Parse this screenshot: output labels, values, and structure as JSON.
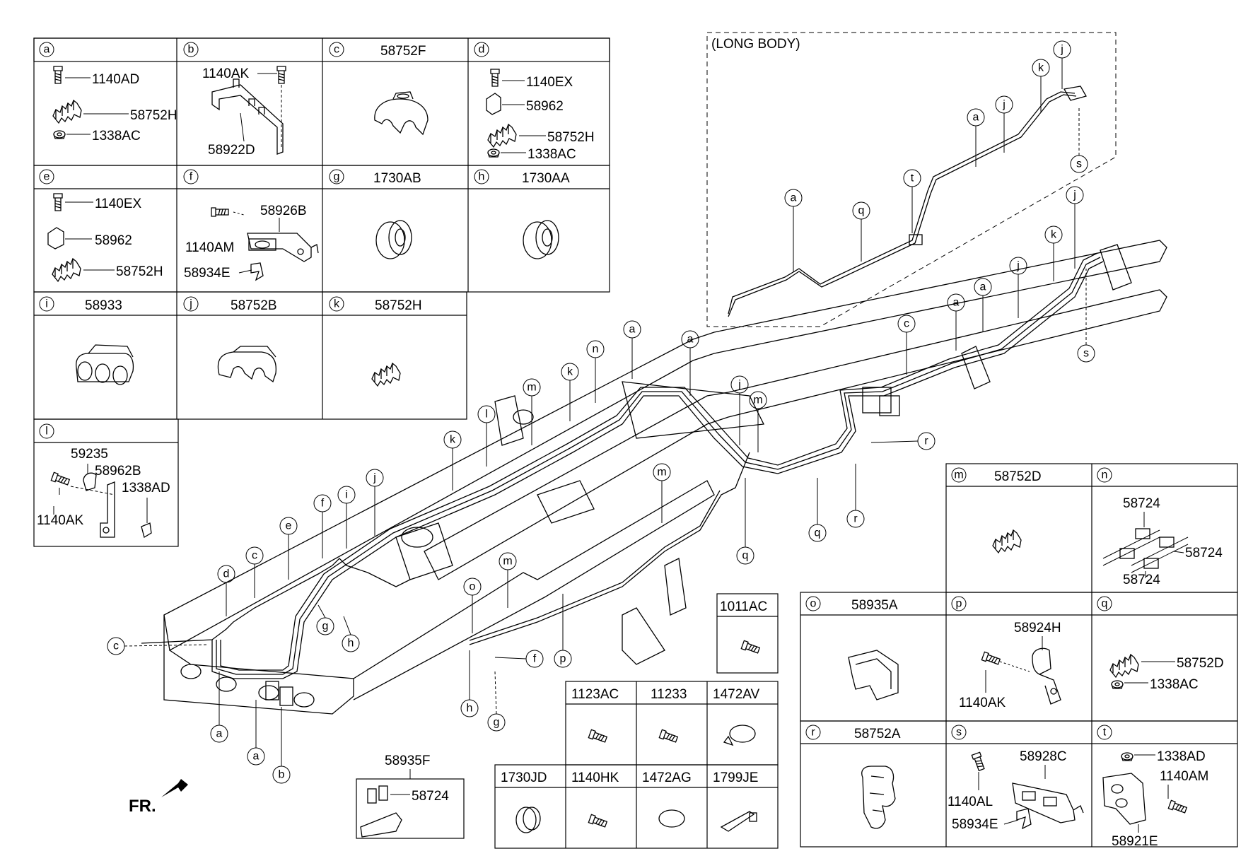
{
  "long_body": {
    "title": "(LONG BODY)"
  },
  "fr_label": "FR.",
  "boxes": {
    "a": {
      "letter": "a",
      "parts": [
        "1140AD",
        "58752H",
        "1338AC"
      ]
    },
    "b": {
      "letter": "b",
      "parts": [
        "1140AK",
        "58922D"
      ]
    },
    "c": {
      "letter": "c",
      "title": "58752F"
    },
    "d": {
      "letter": "d",
      "parts": [
        "1140EX",
        "58962",
        "58752H",
        "1338AC"
      ]
    },
    "e": {
      "letter": "e",
      "parts": [
        "1140EX",
        "58962",
        "58752H"
      ]
    },
    "f": {
      "letter": "f",
      "parts": [
        "58926B",
        "1140AM",
        "58934E"
      ]
    },
    "g": {
      "letter": "g",
      "title": "1730AB"
    },
    "h": {
      "letter": "h",
      "title": "1730AA"
    },
    "i": {
      "letter": "i",
      "title": "58933"
    },
    "j": {
      "letter": "j",
      "title": "58752B"
    },
    "k": {
      "letter": "k",
      "title": "58752H"
    },
    "l": {
      "letter": "l",
      "parts": [
        "59235",
        "58962B",
        "1338AD",
        "1140AK"
      ]
    },
    "m": {
      "letter": "m",
      "title": "58752D"
    },
    "n": {
      "letter": "n",
      "parts": [
        "58724",
        "58724",
        "58724"
      ]
    },
    "o": {
      "letter": "o",
      "title": "58935A"
    },
    "p": {
      "letter": "p",
      "parts": [
        "58924H",
        "1140AK"
      ]
    },
    "q": {
      "letter": "q",
      "parts": [
        "58752D",
        "1338AC"
      ]
    },
    "r": {
      "letter": "r",
      "title": "58752A"
    },
    "s": {
      "letter": "s",
      "parts": [
        "58928C",
        "1140AL",
        "58934E"
      ]
    },
    "t": {
      "letter": "t",
      "parts": [
        "1338AD",
        "1140AM",
        "58921E"
      ]
    }
  },
  "single": {
    "title": "1011AC"
  },
  "box_58935f": {
    "title": "58935F",
    "part": "58724"
  },
  "grid_top": [
    "1123AC",
    "11233",
    "1472AV"
  ],
  "grid_bottom": [
    "1730JD",
    "1140HK",
    "1472AG",
    "1799JE"
  ],
  "callouts_long": [
    "j",
    "k",
    "a",
    "j",
    "s",
    "t",
    "a",
    "q"
  ],
  "callouts_main": [
    "j",
    "k",
    "a",
    "a",
    "j",
    "c",
    "s",
    "a",
    "a",
    "n",
    "k",
    "m",
    "j",
    "m",
    "r",
    "l",
    "k",
    "r",
    "q",
    "j",
    "i",
    "f",
    "e",
    "m",
    "q",
    "c",
    "d",
    "g",
    "h",
    "o",
    "m",
    "c",
    "f",
    "p",
    "h",
    "g",
    "a",
    "a",
    "b"
  ]
}
